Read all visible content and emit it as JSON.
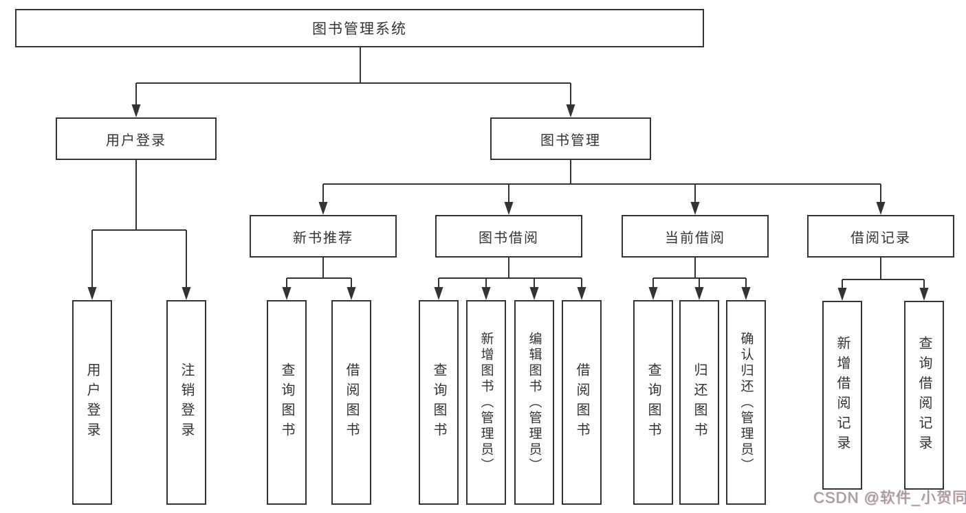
{
  "diagram": {
    "watermark": "CSDN @软件_小贺同学",
    "colors": {
      "line": "#333333",
      "box_border": "#333333",
      "box_fill": "#ffffff",
      "text": "#333333",
      "background": "#ffffff",
      "watermark": "#949494"
    },
    "tree": {
      "label": "图书管理系统",
      "children": [
        {
          "label": "用户登录",
          "children": [
            {
              "label": "用户登录"
            },
            {
              "label": "注销登录"
            }
          ]
        },
        {
          "label": "图书管理",
          "children": [
            {
              "label": "新书推荐",
              "children": [
                {
                  "label": "查询图书"
                },
                {
                  "label": "借阅图书"
                }
              ]
            },
            {
              "label": "图书借阅",
              "children": [
                {
                  "label": "查询图书"
                },
                {
                  "label": "新增图书（管理员）"
                },
                {
                  "label": "编辑图书（管理员）"
                },
                {
                  "label": "借阅图书"
                }
              ]
            },
            {
              "label": "当前借阅",
              "children": [
                {
                  "label": "查询图书"
                },
                {
                  "label": "归还图书"
                },
                {
                  "label": "确认归还（管理员）"
                }
              ]
            },
            {
              "label": "借阅记录",
              "children": [
                {
                  "label": "新增借阅记录"
                },
                {
                  "label": "查询借阅记录"
                }
              ]
            }
          ]
        }
      ]
    }
  }
}
